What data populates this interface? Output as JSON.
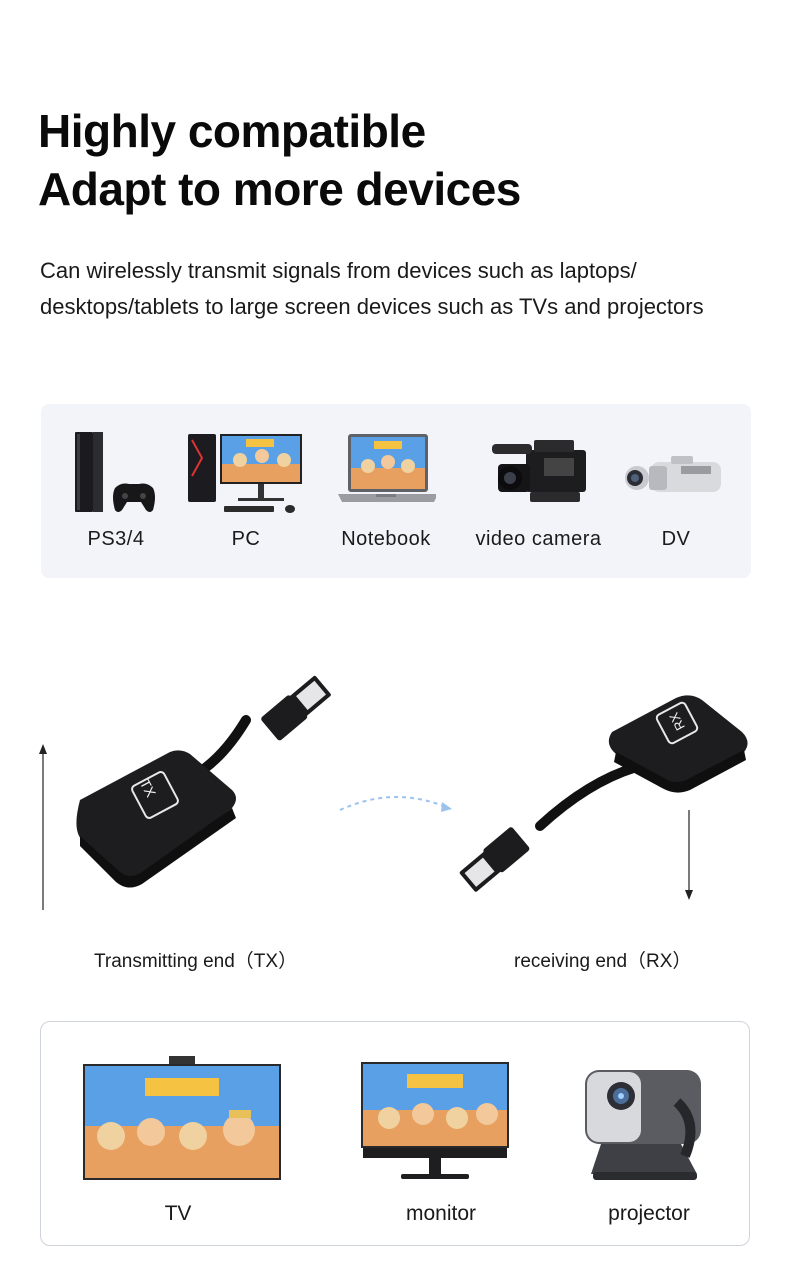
{
  "headline": {
    "line1": "Highly compatible",
    "line2": "Adapt to more devices"
  },
  "subtext": {
    "line1": "Can wirelessly transmit signals from devices such as laptops/",
    "line2": "desktops/tablets to large screen devices such as TVs and projectors"
  },
  "sources": [
    {
      "label": "PS3/4",
      "icon": "game-console-icon"
    },
    {
      "label": "PC",
      "icon": "desktop-pc-icon"
    },
    {
      "label": "Notebook",
      "icon": "laptop-icon"
    },
    {
      "label": "video camera",
      "icon": "pro-video-camera-icon"
    },
    {
      "label": "DV",
      "icon": "handycam-icon"
    }
  ],
  "transmitter": {
    "badge": "TX",
    "caption": "Transmitting end（TX）"
  },
  "receiver": {
    "badge": "RX",
    "caption": "receiving end（RX）"
  },
  "targets": [
    {
      "label": "TV",
      "icon": "tv-icon"
    },
    {
      "label": "monitor",
      "icon": "monitor-icon"
    },
    {
      "label": "projector",
      "icon": "projector-icon"
    }
  ],
  "colors": {
    "panel_bg": "#f2f4fa",
    "dongle": "#1c1c1e",
    "screen_sky": "#5aa0e6",
    "arrow": "#9cc3ee"
  }
}
